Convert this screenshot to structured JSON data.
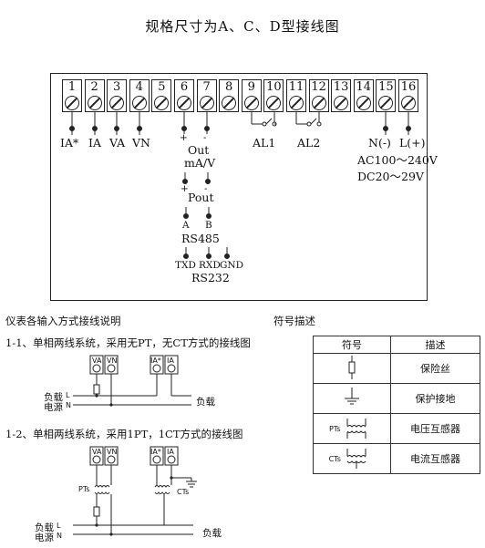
{
  "title": "规格尺寸为A、C、D型接线图",
  "terminals": [
    "1",
    "2",
    "3",
    "4",
    "5",
    "6",
    "7",
    "8",
    "9",
    "10",
    "11",
    "12",
    "13",
    "14",
    "15",
    "16"
  ],
  "labels": {
    "ia_star": "IA*",
    "ia": "IA",
    "va": "VA",
    "vn": "VN",
    "out_plus": "+",
    "out_minus": "-",
    "out": "Out",
    "out_unit": "mA/V",
    "pout_plus": "+",
    "pout_minus": "-",
    "pout": "Pout",
    "a": "A",
    "b": "B",
    "rs485": "RS485",
    "txd": "TXD",
    "rxd": "RXD",
    "gnd": "GND",
    "rs232": "RS232",
    "al1": "AL1",
    "al2": "AL2",
    "n": "N(-)",
    "l": "L(+)",
    "ac": "AC100～240V",
    "dc": "DC20～29V"
  },
  "wiring_title": "仪表各输入方式接线说明",
  "case1": {
    "title": "1-1、单相两线系统，采用无PT，无CT方式的接线图",
    "va": "VA",
    "vn": "VN",
    "ia_star": "IA*",
    "ia": "IA",
    "load_left": "负载",
    "source": "电源",
    "l": "L",
    "n": "N",
    "load_right": "负载"
  },
  "case2": {
    "title": "1-2、单相两线系统，采用1PT，1CT方式的接线图",
    "va": "VA",
    "vn": "VN",
    "ia_star": "IA*",
    "ia": "IA",
    "pts": "PTs",
    "cts": "CTs",
    "load_left": "负载",
    "source": "电源",
    "l": "L",
    "n": "N",
    "load_right": "负载"
  },
  "symbol_title": "符号描述",
  "symbol_table": {
    "header": [
      "符号",
      "描述"
    ],
    "rows": [
      {
        "symbol_label": "",
        "desc": "保险丝"
      },
      {
        "symbol_label": "",
        "desc": "保护接地"
      },
      {
        "symbol_label": "PTs",
        "desc": "电压互感器"
      },
      {
        "symbol_label": "CTs",
        "desc": "电流互感器"
      }
    ]
  }
}
